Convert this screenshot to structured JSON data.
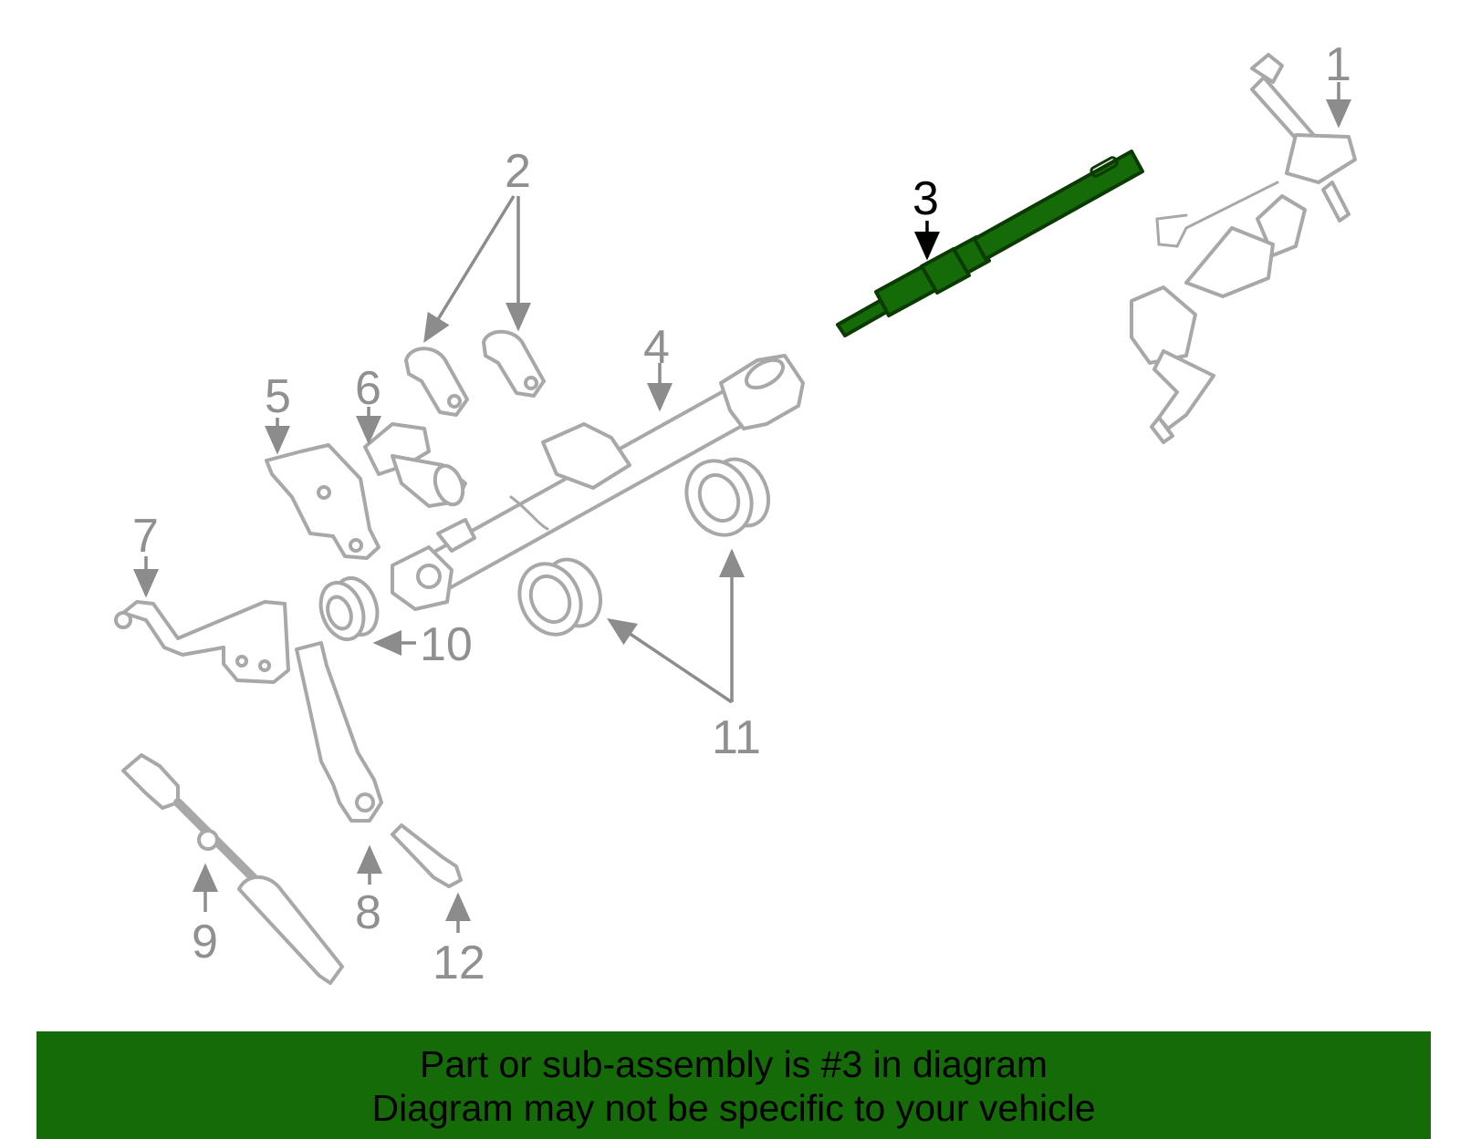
{
  "diagram": {
    "highlighted_part": "3",
    "callouts": [
      "1",
      "2",
      "3",
      "4",
      "5",
      "6",
      "7",
      "8",
      "9",
      "10",
      "11",
      "12"
    ],
    "colors": {
      "highlight": "#156b07",
      "banner": "#156b07",
      "outline": "#a8a8a8",
      "label": "#909090"
    }
  },
  "banner": {
    "line1": "Part or sub-assembly is #3 in diagram",
    "line2": "Diagram may not be specific to your vehicle"
  }
}
